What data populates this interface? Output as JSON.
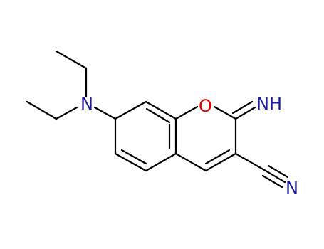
{
  "molecule": {
    "atom_labels": {
      "nitrogen_amine": "N",
      "oxygen_ring": "O",
      "imine": "NH",
      "nitrile_nitrogen": "N"
    },
    "colors": {
      "bond": "#000000",
      "nitrogen": "#1a1aa6",
      "oxygen": "#e00000"
    }
  }
}
